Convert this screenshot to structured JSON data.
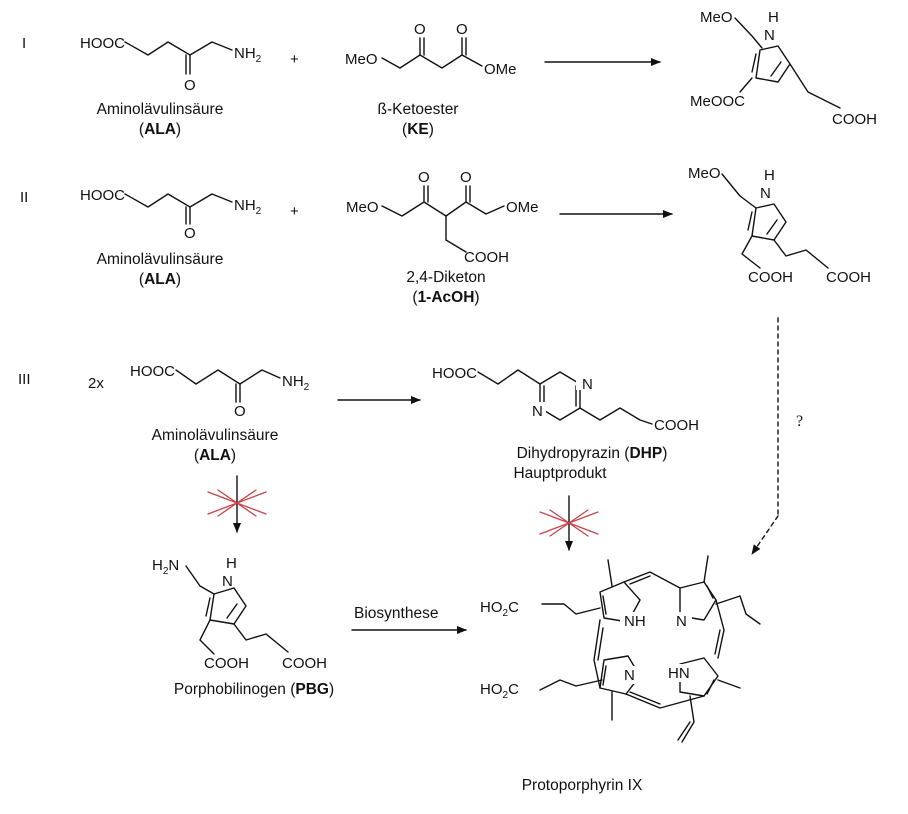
{
  "rows": {
    "I": {
      "roman": "I",
      "ala": {
        "acid": "HOOC",
        "nh2": "NH",
        "nh2_sub": "2",
        "o": "O",
        "name": "Aminolävulinsäure",
        "abbr": "ALA"
      },
      "plus": "+",
      "ke": {
        "meo": "MeO",
        "o1": "O",
        "o2": "O",
        "ome": "OMe",
        "name": "ß-Ketoester",
        "abbr": "KE"
      },
      "product": {
        "meo": "MeO",
        "nh": "H",
        "n": "N",
        "ester": "MeOOC",
        "cooh": "COOH"
      }
    },
    "II": {
      "roman": "II",
      "ala": {
        "acid": "HOOC",
        "nh2": "NH",
        "nh2_sub": "2",
        "o": "O",
        "name": "Aminolävulinsäure",
        "abbr": "ALA"
      },
      "plus": "+",
      "dk": {
        "meo": "MeO",
        "o1": "O",
        "o2": "O",
        "ome": "OMe",
        "cooh": "COOH",
        "name": "2,4-Diketon",
        "abbr": "1-AcOH"
      },
      "product": {
        "meo": "MeO",
        "nh": "H",
        "n": "N",
        "cooh1": "COOH",
        "cooh2": "COOH"
      }
    },
    "III": {
      "roman": "III",
      "mult": "2x",
      "ala": {
        "acid": "HOOC",
        "nh2": "NH",
        "nh2_sub": "2",
        "o": "O",
        "name": "Aminolävulinsäure",
        "abbr": "ALA"
      },
      "dhp": {
        "acid": "HOOC",
        "n1": "N",
        "n2": "N",
        "cooh": "COOH",
        "name": "Dihydropyrazin",
        "abbr": "DHP",
        "sub": "Hauptprodukt"
      },
      "question": "?"
    }
  },
  "pbg": {
    "h2n": "H",
    "h2n_sub": "2",
    "h2n_n": "N",
    "nh": "H",
    "n": "N",
    "cooh1": "COOH",
    "cooh2": "COOH",
    "name": "Porphobilinogen",
    "abbr": "PBG"
  },
  "arrow_label": "Biosynthese",
  "ppix": {
    "ho2c": "HO",
    "ho2c_sub": "2",
    "ho2c_c": "C",
    "nh_top": "NH",
    "n_top": "N",
    "n_bot": "N",
    "hn_bot": "HN",
    "name": "Protoporphyrin IX"
  },
  "colors": {
    "ink": "#111111",
    "blocked": "#c8434a"
  }
}
